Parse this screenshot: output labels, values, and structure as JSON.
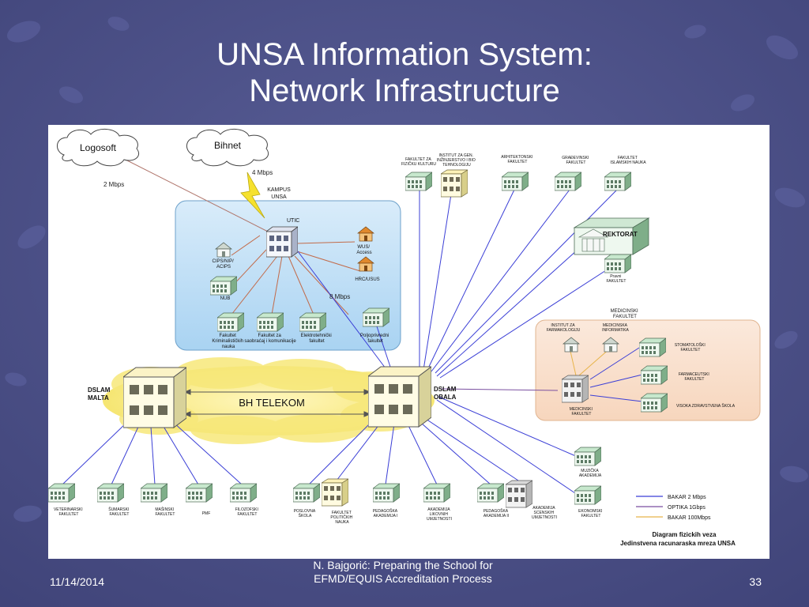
{
  "slide": {
    "title_line1": "UNSA Information System:",
    "title_line2": "Network Infrastructure",
    "footer_date": "11/14/2014",
    "footer_center_line1": "N. Bajgorić: Preparing the School for",
    "footer_center_line2": "EFMD/EQUIS Accreditation Process",
    "page_number": "33"
  },
  "diagram": {
    "clouds": {
      "logosoft": "Logosoft",
      "bihnet": "Bihnet"
    },
    "speeds": {
      "logosoft": "2 Mbps",
      "bihnet": "4 Mbps",
      "campus": "8 Mbps"
    },
    "campus": {
      "line1": "KAMPUS",
      "line2": "UNSA",
      "utic": "UTIC"
    },
    "campus_nodes": {
      "cips": [
        "CIPS/NIP/",
        "ACIPS"
      ],
      "wus": [
        "WUS/",
        "Access"
      ],
      "hrc": [
        "HRC/USUS"
      ],
      "nub": [
        "NUB"
      ],
      "kriminal": [
        "Fakultet",
        "Kriminalističkih",
        "nauka"
      ],
      "saobracaj": [
        "Fakultet za",
        "saobraćaj i komunikacije"
      ],
      "elektro": [
        "Elektrotehnički",
        "fakultet"
      ]
    },
    "telekom": "BH TELEKOM",
    "dslam_malta": [
      "DSLAM",
      "MALTA"
    ],
    "dslam_obala": [
      "DSLAM",
      "OBALA"
    ],
    "top_nodes": {
      "fsk": [
        "FAKULTET ZA",
        "FIZIČKU KULTURU"
      ],
      "genetika": [
        "INSTITUT ZA GEN.",
        "INŽINJERSTVO I BIO",
        "TEHNOLOGIJU"
      ],
      "arhitektura": [
        "ARHITEKTONSKI",
        "FAKULTET"
      ],
      "gradjevina": [
        "GRAĐEVINSKI",
        "FAKULTET"
      ],
      "islamske": [
        "FAKULTET",
        "ISLAMSKIH NAUKA"
      ]
    },
    "rektorat": "REKTORAT",
    "pravni": [
      "Pravni",
      "FAKULTET"
    ],
    "poljoprivredni": [
      "Poljoprivredni",
      "fakultet"
    ],
    "medicina": {
      "title": [
        "MEDICINSKI",
        "FAKULTET"
      ],
      "farmakologija": [
        "INSTITUT ZA",
        "FARMAKOLOGIJU"
      ],
      "informatika": [
        "MEDICINSKA",
        "INFORMATIKA"
      ],
      "stomatologija": [
        "STOMATOLOŠKI",
        "FAKULTET"
      ],
      "farmacija": [
        "FARMACEUTSKI",
        "FAKULTET"
      ],
      "zdravstvena": [
        "VISOKA ZDRAVSTVENA ŠKOLA"
      ],
      "medicinski": [
        "MEDICINSKI",
        "FAKULTET"
      ]
    },
    "muzicka": [
      "MUZIČKA",
      "AKADEMIJA"
    ],
    "bottom_malta": {
      "veterinarski": [
        "VETERINARSKI",
        "FAKULTET"
      ],
      "sumarski": [
        "ŠUMARSKI",
        "FAKULTET"
      ],
      "masinski": [
        "MAŠINSKI",
        "FAKULTET"
      ],
      "pmf": [
        "PMF"
      ],
      "filozofski": [
        "FILOZOFSKI",
        "FAKULTET"
      ]
    },
    "bottom_obala": {
      "poslovna": [
        "POSLOVNA",
        "ŠKOLA"
      ],
      "politicke": [
        "FAKULTET",
        "POLITIČKIH",
        "NAUKA"
      ],
      "pedagoska1": [
        "PEDAGOŠKA",
        "AKADEMIJA I"
      ],
      "likovne": [
        "AKADEMIJA",
        "LIKOVNIH",
        "UMJETNOSTI"
      ],
      "pedagoska2": [
        "PEDAGOŠKA",
        "AKADEMIJA II"
      ],
      "scenske": [
        "AKADEMIJA",
        "SCENSKIH",
        "UMJETNOSTI"
      ],
      "ekonomski": [
        "EKONOMSKI",
        "FAKULTET"
      ]
    },
    "legend": {
      "bakar2": "BAKAR 2 Mbps",
      "optika": "OPTIKA 1Gbps",
      "bakar100": "BAKAR 100Mbps",
      "caption1": "Diagram fizickih veza",
      "caption2": "Jedinstvena racunaraska mreza UNSA",
      "colors": {
        "bakar2": "#3b3fd6",
        "optika": "#7a4fa0",
        "bakar100": "#e8b44a"
      }
    }
  }
}
